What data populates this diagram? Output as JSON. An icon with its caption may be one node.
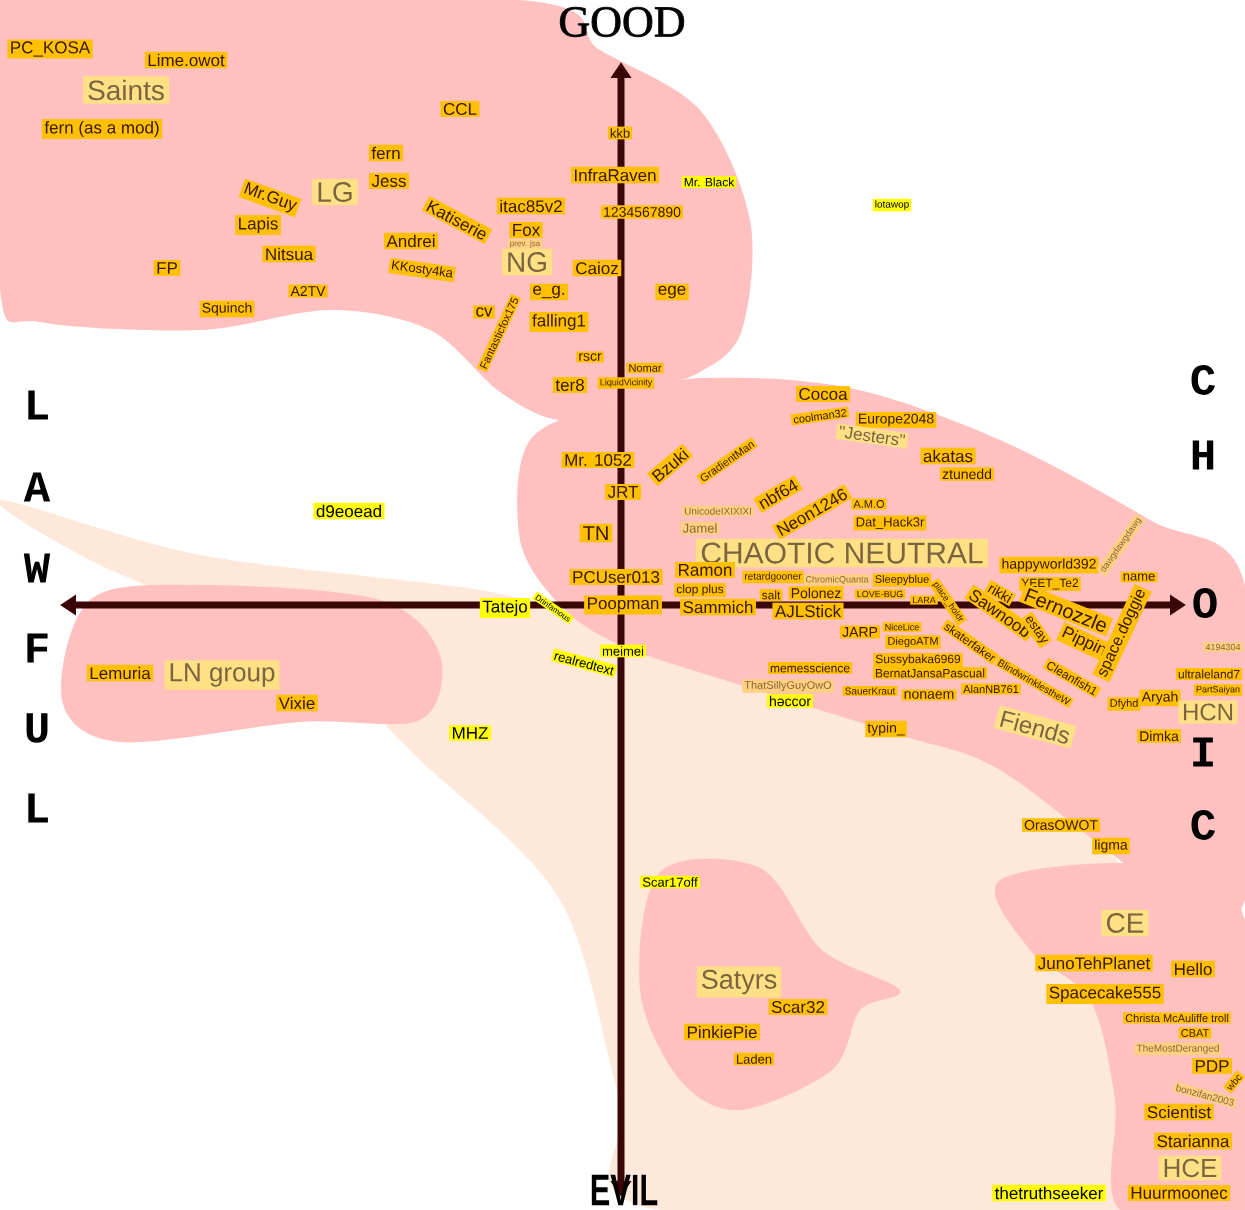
{
  "diagram": {
    "labels": [
      "GOOD",
      "PC_KOSA",
      "Lime.owot",
      "Saints",
      "fern (as a mod)",
      "CCL",
      "fern",
      "Jess",
      "LG",
      "Mr.Guy",
      "Lapis",
      "Nitsua",
      "FP",
      "A2TV",
      "Squinch",
      "Katiserie",
      "Andrei",
      "KKosty4ka",
      "itac85v2",
      "Fox",
      "prev. jsa",
      "NG",
      "Caioz",
      "kkb",
      "InfraRaven",
      "Mr. Black",
      "1234567890",
      "lotawop",
      "e_g.",
      "ege",
      "cv",
      "Fantasticfox175",
      "falling1",
      "rscr",
      "Nomar",
      "ter8",
      "LiquidVicinity",
      "C",
      "Cocoa",
      "coolman32",
      "Europe2048",
      "\"Jesters\"",
      "akatas",
      "ztunedd",
      "L",
      "H",
      "Mr. 1052",
      "JRT",
      "Bzuki",
      "GradientMan",
      "A",
      "d9eoead",
      "UnicodeIXIXIXI",
      "nbf64",
      "Neon1246",
      "A.M.O",
      "Dat_Hack3r",
      "TN",
      "Jamel",
      "CHAOTIC NEUTRAL",
      "ChromicQuanta",
      "happyworld392",
      "YEET_Te2",
      "dawgdawgdawg",
      "name",
      "W",
      "PCUser013",
      "Ramon",
      "retardgooner",
      "Sleepyblue",
      "clop plus",
      "salt",
      "Polonez",
      "LOVE-BUG",
      "LARA",
      "O",
      "Tatejo",
      "Drinfamous",
      "Poopman",
      "Sammich",
      "AJLStick",
      "place_holdr",
      "rikki",
      "Sawnoob",
      "Fernozzle",
      "skaterfaker",
      "BlindwrinklestheW",
      "estay",
      "Pippin",
      "Cleanfish1",
      "space.doggie",
      "JARP",
      "NiceLice",
      "DiegoATM",
      "F",
      "meimei",
      "realredtext",
      "Sussybaka6969",
      "memesscience",
      "BernatJansaPascual",
      "ThatSillyGuyOwO",
      "SauerKraut",
      "nonaem",
      "AlanNB761",
      "Dfyhd",
      "4194304",
      "ultraleland7",
      "PartSaiyan",
      "Aryah",
      "HCN",
      "Dimka",
      "Fiends",
      "typin_",
      "həccor",
      "Lemuria",
      "LN group",
      "Vixie",
      "U",
      "MHZ",
      "I",
      "L",
      "C",
      "OrasOWOT",
      "ligma",
      "Scar17off",
      "Satyrs",
      "Scar32",
      "PinkiePie",
      "Laden",
      "CE",
      "JunoTehPlanet",
      "Hello",
      "Spacecake555",
      "Christa McAuliffe troll",
      "CBAT",
      "TheMostDeranged",
      "PDP",
      "wbc",
      "bonzifan2003",
      "Scientist",
      "Starianna",
      "HCE",
      "EVIL",
      "thetruthseeker",
      "Huurmoonec"
    ]
  }
}
